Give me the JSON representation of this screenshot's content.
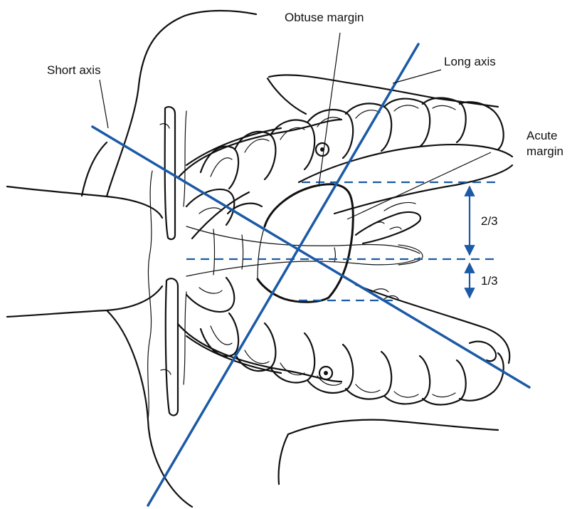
{
  "figure": {
    "labels": {
      "short_axis": "Short axis",
      "long_axis": "Long axis",
      "obtuse_margin": "Obtuse margin",
      "acute_margin_line1": "Acute",
      "acute_margin_line2": "margin",
      "two_thirds": "2/3",
      "one_third": "1/3"
    },
    "colors": {
      "axis": "#1b5aa6",
      "line_art": "#111111",
      "background": "#ffffff"
    },
    "proportions": {
      "upper_fraction": "2/3",
      "lower_fraction": "1/3"
    }
  }
}
